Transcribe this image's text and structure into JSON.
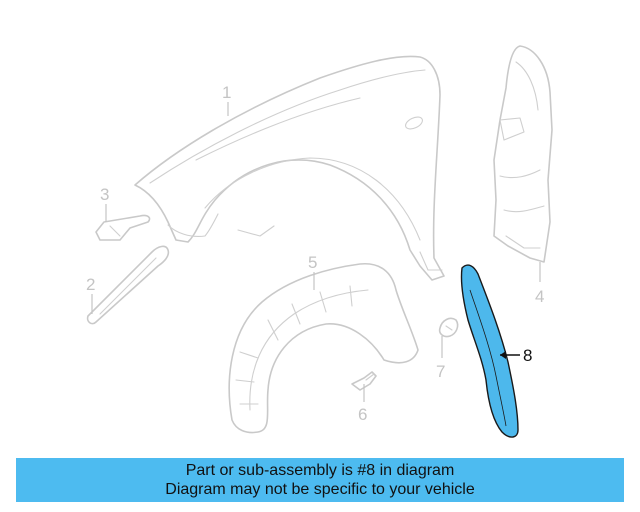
{
  "callouts": {
    "c1": "1",
    "c2": "2",
    "c3": "3",
    "c4": "4",
    "c5": "5",
    "c6": "6",
    "c7": "7",
    "c8": "8"
  },
  "highlighted_part": "8",
  "colors": {
    "highlight_fill": "#4db8ec",
    "highlight_stroke": "#1a1a1a",
    "ghost_stroke": "#c9c9c9",
    "banner_bg": "#4dbbf0"
  },
  "banner": {
    "line1": "Part or sub-assembly is #8 in diagram",
    "line2": "Diagram may not be specific to your vehicle"
  }
}
